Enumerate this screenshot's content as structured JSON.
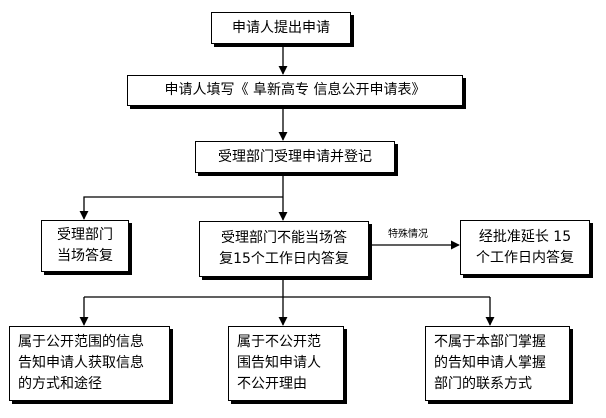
{
  "nodes": {
    "apply": "申请人提出申请",
    "fill_form": "申请人填写《   阜新高专   信息公开申请表》",
    "register": "受理部门受理申请并登记",
    "reply_on_site": "受理部门\n当场答复",
    "reply_15_days": "受理部门不能当场答\n复15个工作日内答复",
    "extended": "经批准延长 15\n个工作日内答复",
    "public_scope": "属于公开范围的信息\n告知申请人获取信息\n的方式和途径",
    "not_public": "属于不公开范\n围告知申请人\n不公开理由",
    "not_mastered": "不属于本部门掌握\n的告知申请人掌握\n部门的联系方式"
  },
  "edge_labels": {
    "special_case": "特殊情况"
  }
}
